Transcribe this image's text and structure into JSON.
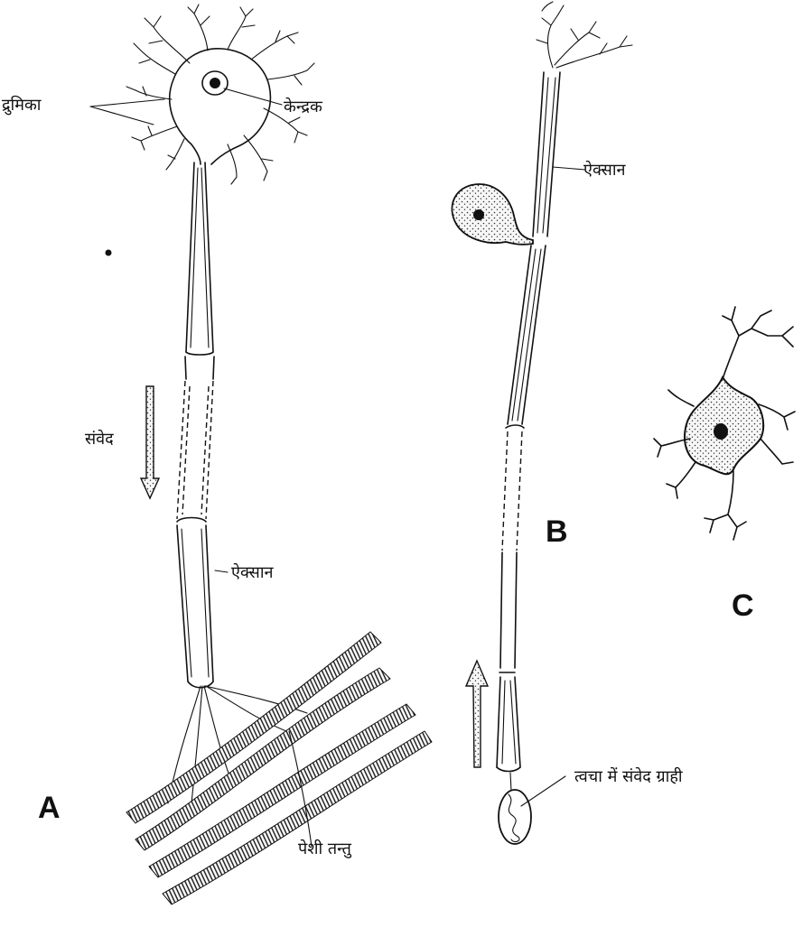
{
  "figure": {
    "labels": {
      "dendrite": "द्रुमिका",
      "nucleus": "केन्द्रक",
      "sensation": "संवेद",
      "axon_a": "ऐक्सान",
      "muscle_fibre": "पेशी तन्तु",
      "axon_b": "ऐक्सान",
      "skin_receptor": "त्वचा में संवेद ग्राही"
    },
    "panels": {
      "a": "A",
      "b": "B",
      "c": "C"
    }
  }
}
